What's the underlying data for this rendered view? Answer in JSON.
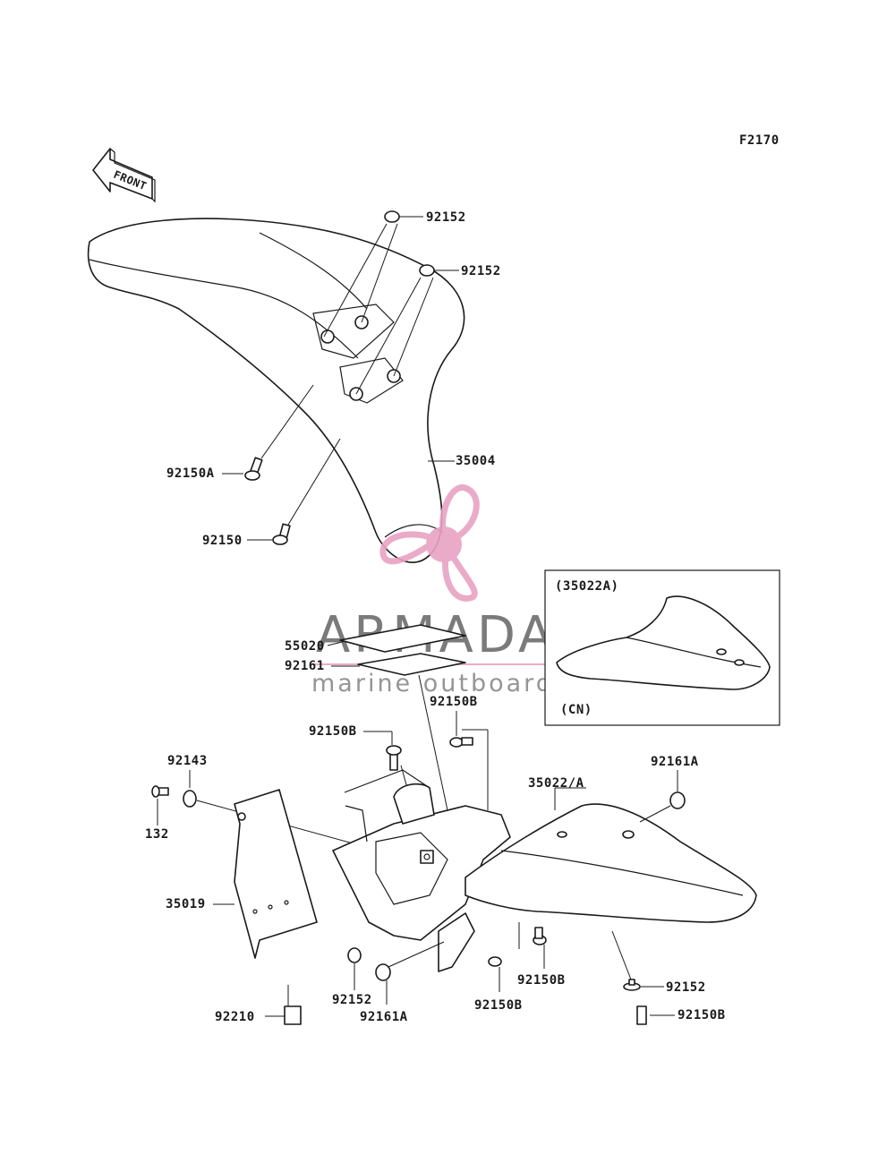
{
  "figure_code": "F2170",
  "front_arrow": {
    "label": "FRONT",
    "icon": "front-arrow-icon"
  },
  "watermark": {
    "brand": "ARMADA",
    "tagline": "marine outboards",
    "accent_color": "#e8a3c3",
    "text_color": "#6d6d6d"
  },
  "inset": {
    "title": "(35022A)",
    "note": "(CN)"
  },
  "callouts": {
    "c92152_a": "92152",
    "c92152_b": "92152",
    "c35004": "35004",
    "c92150A": "92150A",
    "c92150": "92150",
    "c55020": "55020",
    "c92161": "92161",
    "c92150B_top": "92150B",
    "c92150B_left": "92150B",
    "c92143": "92143",
    "c132": "132",
    "c35022A": "35022/A",
    "c92161A_right": "92161A",
    "c35019": "35019",
    "c92150B_mid": "92150B",
    "c92152_right": "92152",
    "c92152_low": "92152",
    "c92161A_low": "92161A",
    "c92150B_low": "92150B",
    "c92210": "92210",
    "c92150B_right": "92150B"
  }
}
